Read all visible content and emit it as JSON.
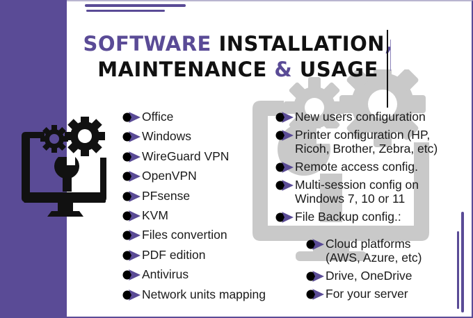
{
  "colors": {
    "accent": "#5a4b96",
    "text": "#111111",
    "watermark": "#c8c8c8"
  },
  "title": {
    "line1_accent": "SOFTWARE",
    "line1_rest": " INSTALLATION",
    "line1_comma": ",",
    "line2_start": "MAINTENANCE ",
    "line2_amp": "&",
    "line2_end": " USAGE"
  },
  "icons": {
    "main": "monitor-gears-wrench-icon",
    "bullet": "bullet-arrow-icon",
    "watermark": "monitor-gears-watermark-icon"
  },
  "left_list": [
    "Office",
    "Windows",
    "WireGuard VPN",
    "OpenVPN",
    "PFsense",
    "KVM",
    "Files convertion",
    "PDF edition",
    "Antivirus",
    "Network units mapping"
  ],
  "right_list": [
    "New users configuration",
    "Printer configuration (HP, Ricoh, Brother, Zebra, etc)",
    "Remote access config.",
    "Multi-session config on Windows 7, 10 or 11",
    "File Backup config.:"
  ],
  "right_list_lines": [
    [
      "New users configuration"
    ],
    [
      "Printer configuration (HP,",
      "Ricoh, Brother, Zebra, etc)"
    ],
    [
      "Remote access config."
    ],
    [
      "Multi-session config on",
      "Windows 7, 10 or 11"
    ],
    [
      "File Backup config.:"
    ]
  ],
  "sub_list": [
    [
      "Cloud platforms",
      "(AWS, Azure, etc)"
    ],
    [
      "Drive, OneDrive"
    ],
    [
      "For your server"
    ]
  ]
}
